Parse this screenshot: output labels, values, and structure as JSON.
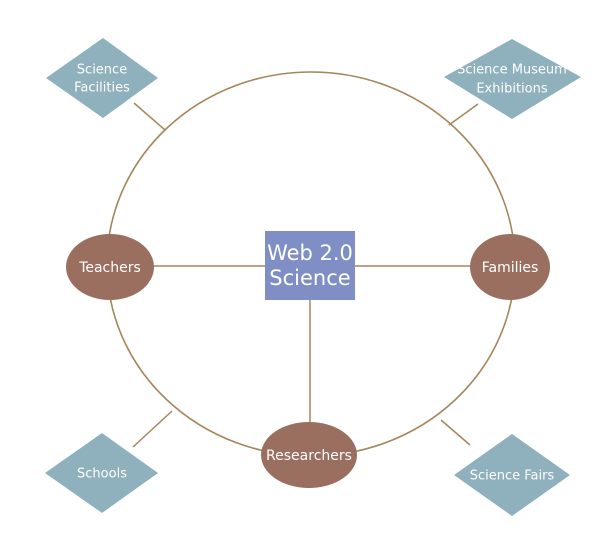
{
  "center": {
    "label_line1": "Web 2.0",
    "label_line2": "Science"
  },
  "audiences": {
    "teachers": "Teachers",
    "families": "Families",
    "researchers": "Researchers"
  },
  "venues": {
    "science_facilities_line1": "Science",
    "science_facilities_line2": "Facilities",
    "science_museum_exhibitions_line1": "Science Museum",
    "science_museum_exhibitions_line2": "Exhibitions",
    "schools": "Schools",
    "science_fairs": "Science Fairs"
  },
  "colors": {
    "line": "#a5865a",
    "center_fill": "#7f8ec4",
    "ellipse_fill": "#9b6f5f",
    "diamond_fill": "#8fb0bd",
    "text": "#ffffff"
  }
}
